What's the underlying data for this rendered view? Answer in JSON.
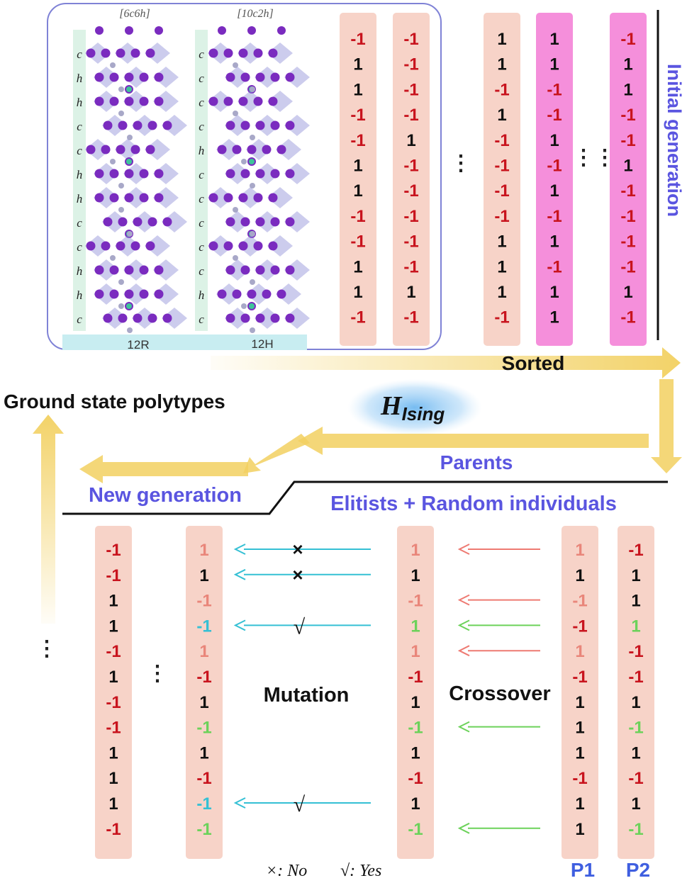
{
  "crystal": {
    "left_title": "[6c6h]",
    "right_title": "[10c2h]",
    "left_stack": [
      "c",
      "h",
      "h",
      "c",
      "c",
      "h",
      "h",
      "c",
      "c",
      "h",
      "h",
      "c"
    ],
    "right_stack": [
      "c",
      "c",
      "c",
      "c",
      "h",
      "c",
      "c",
      "c",
      "c",
      "c",
      "h",
      "c"
    ],
    "left_caption": "12R",
    "right_caption": "12H"
  },
  "initial_generation": {
    "label": "Initial generation",
    "columns": [
      {
        "values": [
          "-1",
          "1",
          "1",
          "-1",
          "-1",
          "1",
          "1",
          "-1",
          "-1",
          "1",
          "1",
          "-1"
        ],
        "style": "peach"
      },
      {
        "values": [
          "-1",
          "-1",
          "-1",
          "-1",
          "1",
          "-1",
          "-1",
          "-1",
          "-1",
          "-1",
          "1",
          "-1"
        ],
        "style": "peach"
      },
      {
        "values": [
          "1",
          "1",
          "-1",
          "1",
          "-1",
          "-1",
          "-1",
          "-1",
          "1",
          "1",
          "1",
          "-1"
        ],
        "style": "peach"
      },
      {
        "values": [
          "1",
          "1",
          "-1",
          "-1",
          "1",
          "-1",
          "1",
          "-1",
          "1",
          "-1",
          "1",
          "1"
        ],
        "style": "pink"
      },
      {
        "values": [
          "-1",
          "1",
          "1",
          "-1",
          "-1",
          "1",
          "-1",
          "-1",
          "-1",
          "-1",
          "1",
          "-1"
        ],
        "style": "pink"
      }
    ],
    "ellipsis_1": "⋮",
    "ellipsis_2": "⋮⋮"
  },
  "flow": {
    "sorted": "Sorted",
    "hamiltonian_main": "H",
    "hamiltonian_sub": "Ising",
    "parents": "Parents",
    "elitists": "Elitists + Random individuals",
    "new_generation": "New generation",
    "ground_state": "Ground state polytypes"
  },
  "new_generation": {
    "col_a": [
      "-1",
      "-1",
      "1",
      "1",
      "-1",
      "1",
      "-1",
      "-1",
      "1",
      "1",
      "1",
      "-1"
    ],
    "col_b": [
      "1",
      "1",
      "-1",
      "-1",
      "1",
      "-1",
      "1",
      "-1",
      "1",
      "-1",
      "-1",
      "-1"
    ],
    "col_b_colors": [
      "#e9867a",
      "#111111",
      "#e9867a",
      "#35c0d4",
      "#e9867a",
      "#c8141e",
      "#111111",
      "#6cd25a",
      "#111111",
      "#c8141e",
      "#35c0d4",
      "#6cd25a"
    ],
    "ellipsis_left": "⋮",
    "ellipsis_mid": "⋮"
  },
  "offspring": {
    "values": [
      "1",
      "1",
      "-1",
      "1",
      "1",
      "-1",
      "1",
      "-1",
      "1",
      "-1",
      "1",
      "-1"
    ],
    "colors": [
      "#e9867a",
      "#111111",
      "#e9867a",
      "#6cd25a",
      "#e9867a",
      "#c8141e",
      "#111111",
      "#6cd25a",
      "#111111",
      "#c8141e",
      "#111111",
      "#6cd25a"
    ]
  },
  "parents": {
    "p1_label": "P1",
    "p2_label": "P2",
    "p1": [
      "1",
      "1",
      "-1",
      "-1",
      "1",
      "-1",
      "1",
      "1",
      "1",
      "-1",
      "1",
      "1"
    ],
    "p1_colors": [
      "#e9867a",
      "#111111",
      "#e9867a",
      "#c8141e",
      "#e9867a",
      "#c8141e",
      "#111111",
      "#111111",
      "#111111",
      "#c8141e",
      "#111111",
      "#111111"
    ],
    "p2": [
      "-1",
      "1",
      "1",
      "1",
      "-1",
      "-1",
      "1",
      "-1",
      "1",
      "-1",
      "1",
      "-1"
    ],
    "p2_colors": [
      "#c8141e",
      "#111111",
      "#111111",
      "#6cd25a",
      "#c8141e",
      "#c8141e",
      "#111111",
      "#6cd25a",
      "#111111",
      "#c8141e",
      "#111111",
      "#6cd25a"
    ]
  },
  "operators": {
    "mutation": "Mutation",
    "crossover": "Crossover",
    "mark_no": "×",
    "mark_yes": "√",
    "legend_no": "×: No",
    "legend_yes": "√: Yes"
  },
  "colors": {
    "peach": "#f7d3c8",
    "pink": "#f58fdb",
    "spin_neg": "#c8141e",
    "spin_pos": "#111111",
    "label_blue": "#5a55e0",
    "arrow_yellow": "#f2d060",
    "crossover_red": "#ee7a72",
    "crossover_green": "#6cd25a",
    "mutation_cyan": "#35c0d4"
  }
}
